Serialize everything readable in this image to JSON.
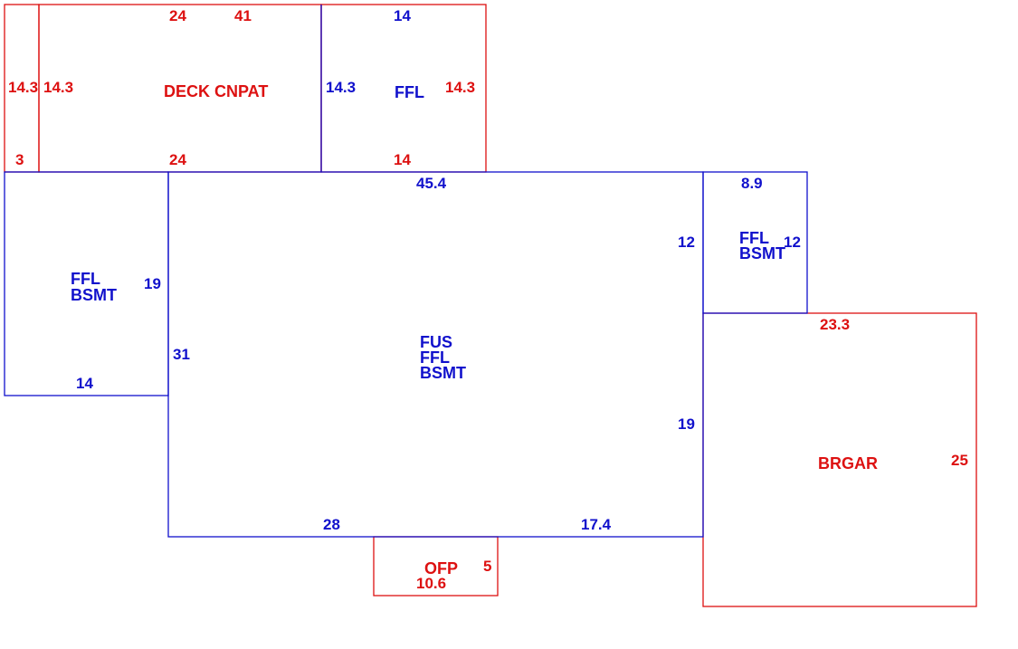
{
  "colors": {
    "primary": "#1111cc",
    "secondary": "#dd1111",
    "background": "#ffffff"
  },
  "areas": {
    "strip": {
      "dims": {
        "left": "14.3",
        "bottom": "3"
      }
    },
    "deck": {
      "label": "DECK CNPAT",
      "dims": {
        "top_a": "24",
        "top_b": "41",
        "left": "14.3",
        "bottom": "24"
      }
    },
    "ffl_top": {
      "label": "FFL",
      "dims": {
        "top": "14",
        "left": "14.3",
        "right": "14.3",
        "bottom": "14"
      }
    },
    "west": {
      "label_lines": [
        "FFL",
        "BSMT"
      ],
      "dims": {
        "right": "19",
        "bottom": "14"
      }
    },
    "main": {
      "label_lines": [
        "FUS",
        "FFL",
        "BSMT"
      ],
      "dims": {
        "top": "45.4",
        "left": "31",
        "right_upper": "12",
        "right_lower": "19",
        "bottom_left": "28",
        "bottom_right": "17.4"
      }
    },
    "east": {
      "label_lines": [
        "FFL",
        "BSMT"
      ],
      "dims": {
        "top": "8.9",
        "right": "12"
      }
    },
    "garage": {
      "label": "BRGAR",
      "dims": {
        "top": "23.3",
        "right": "25"
      }
    },
    "porch": {
      "label": "OFP",
      "dims": {
        "right": "5",
        "bottom": "10.6"
      }
    }
  }
}
